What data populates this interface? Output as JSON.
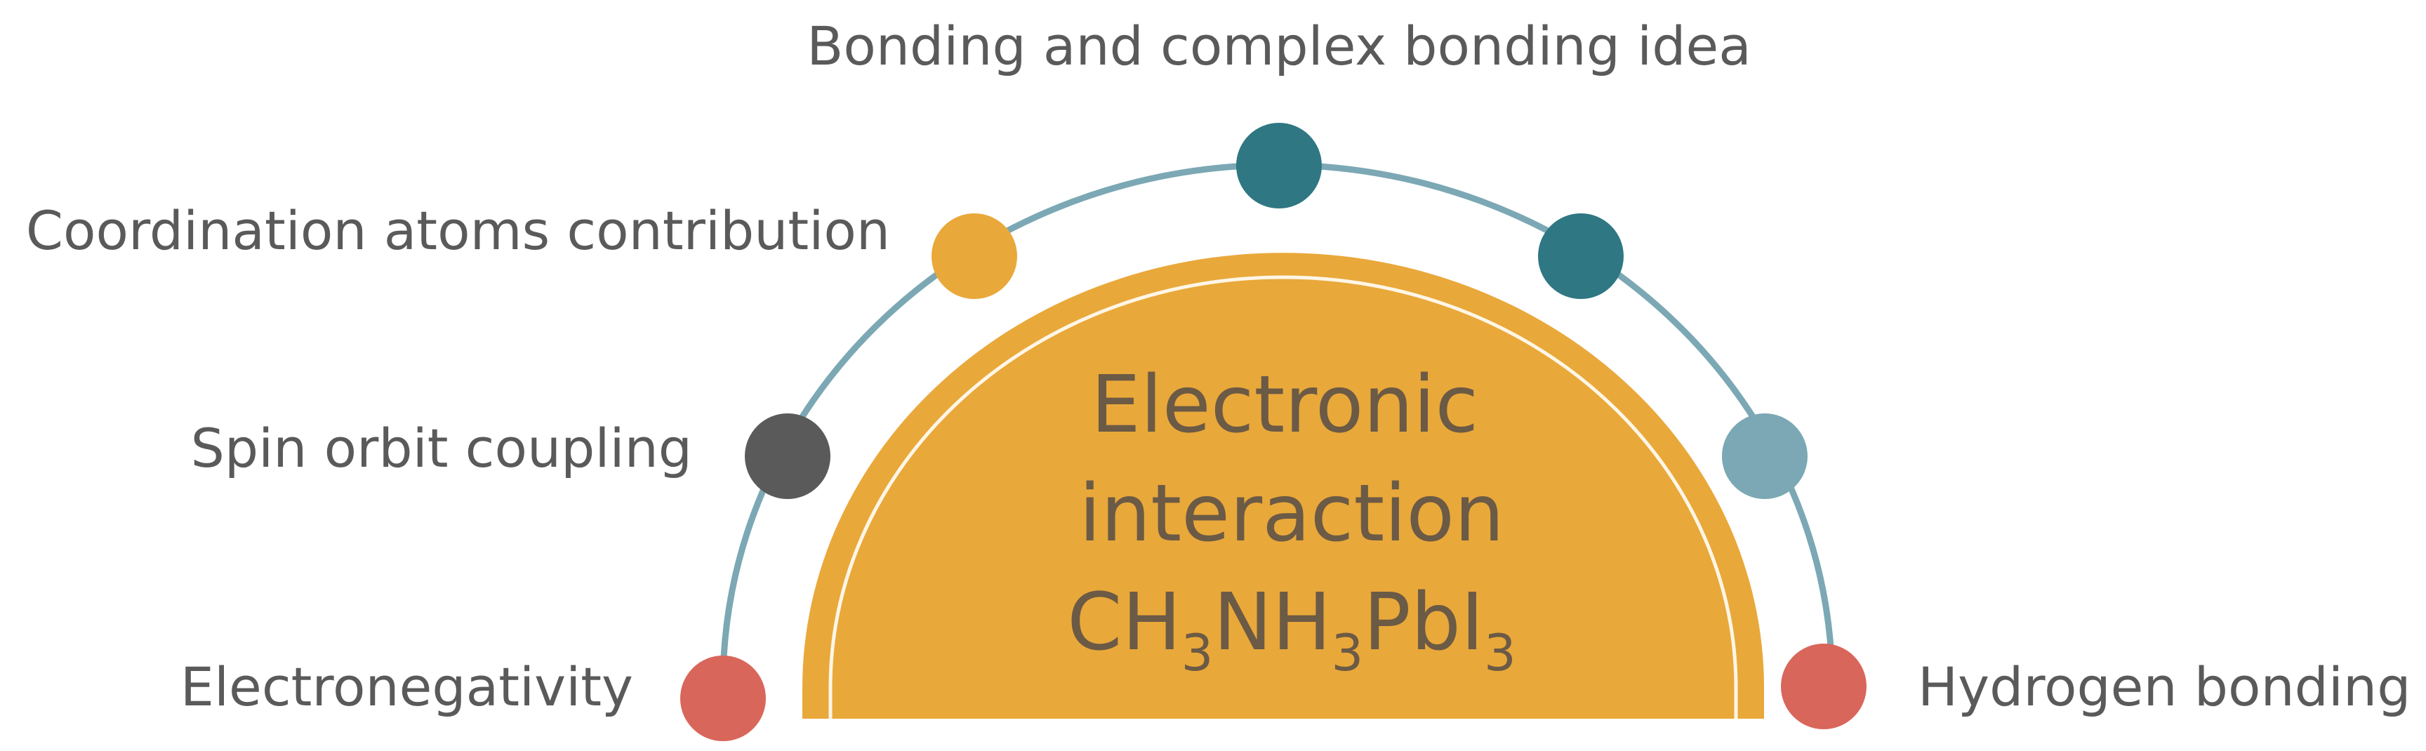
{
  "center": {
    "line1": "Electronic",
    "line2": "interaction",
    "formula": {
      "p1": "CH",
      "s1": "3",
      "p2": "NH",
      "s2": "3",
      "p3": "PbI",
      "s3": "3"
    }
  },
  "nodes": [
    {
      "id": "electronegativity",
      "label": "Electronegativity",
      "color": "#d9665b"
    },
    {
      "id": "spin-orbit",
      "label": "Spin orbit coupling",
      "color": "#5a5a5a"
    },
    {
      "id": "coordination",
      "label": "Coordination atoms contribution",
      "color": "#e9a83a"
    },
    {
      "id": "bonding",
      "label": "Bonding and complex bonding idea",
      "color": "#2e7783"
    },
    {
      "id": "teal-right",
      "label": "",
      "color": "#2e7783"
    },
    {
      "id": "light-right",
      "label": "",
      "color": "#7ba8b4"
    },
    {
      "id": "hydrogen",
      "label": "Hydrogen bonding",
      "color": "#d9665b"
    }
  ],
  "colors": {
    "arc": "#7ba8b4",
    "dome": "#e9a83a",
    "dome_inner_line": "#fff6e6"
  }
}
